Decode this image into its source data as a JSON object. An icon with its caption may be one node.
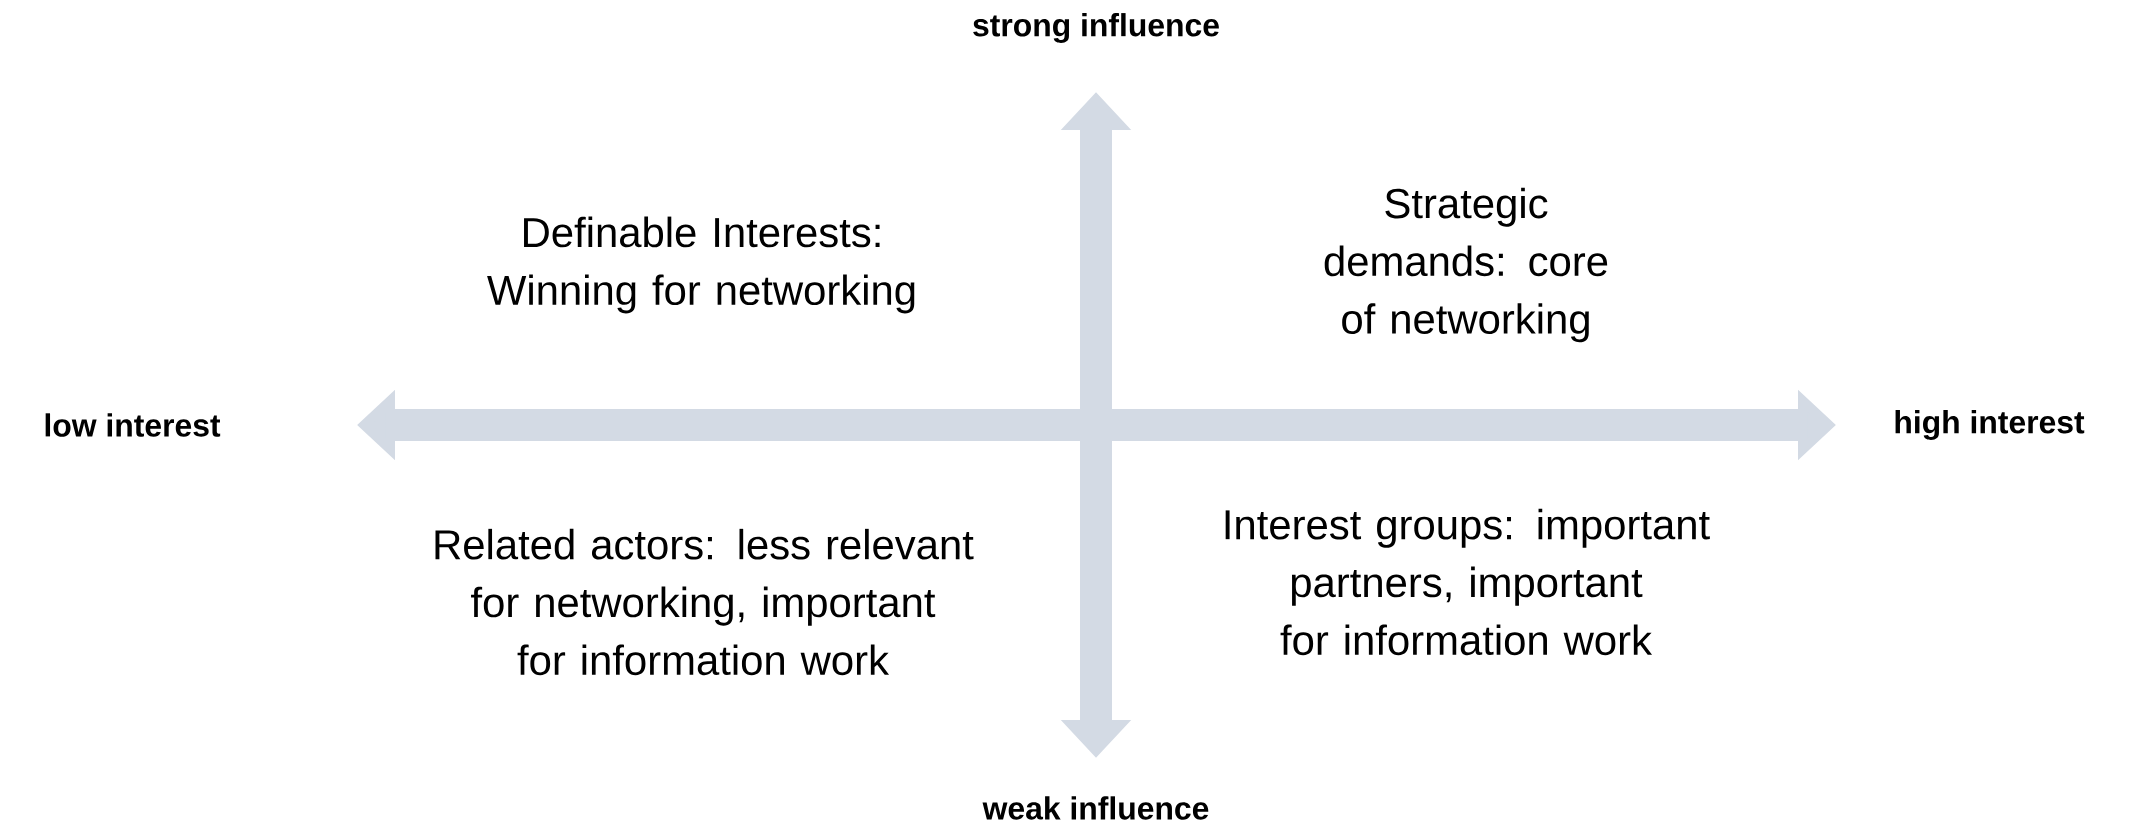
{
  "diagram": {
    "labels": [
      "strong influence",
      "Definable Interests: Winning for networking",
      "Strategic demands: core of networking",
      "low interest",
      "high interest",
      "Related actors: less relevant for networking, important for information work",
      "Interest groups: important partners, important for information work",
      "weak influence"
    ]
  }
}
